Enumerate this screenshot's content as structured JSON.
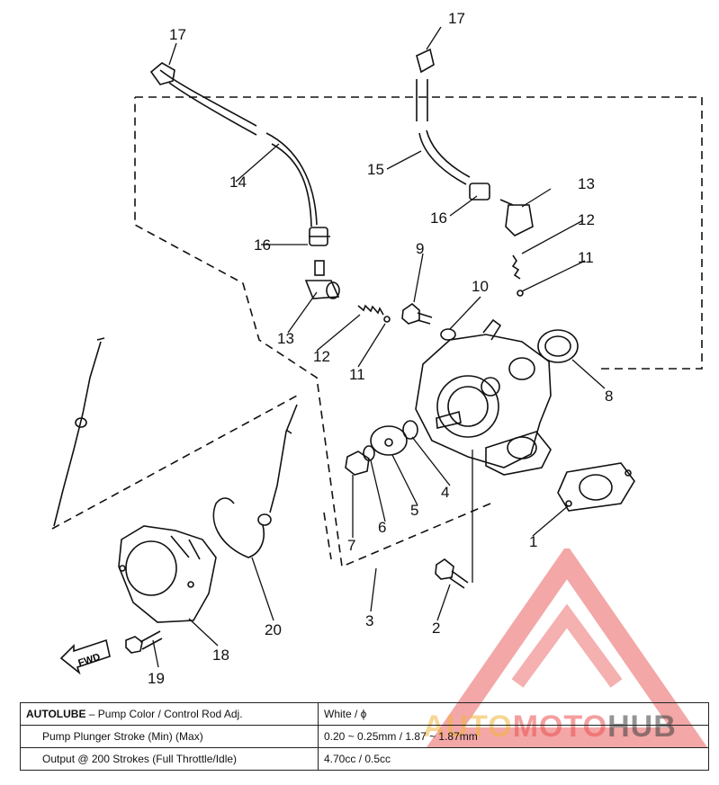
{
  "callouts": {
    "c1": "1",
    "c2": "2",
    "c3": "3",
    "c4": "4",
    "c5": "5",
    "c6": "6",
    "c7": "7",
    "c8": "8",
    "c9": "9",
    "c10": "10",
    "c11a": "11",
    "c11b": "11",
    "c12a": "12",
    "c12b": "12",
    "c13a": "13",
    "c13b": "13",
    "c14": "14",
    "c15": "15",
    "c16a": "16",
    "c16b": "16",
    "c17a": "17",
    "c17b": "17",
    "c18": "18",
    "c19": "19",
    "c20": "20"
  },
  "fwd_label": "FWD",
  "table": {
    "row1": {
      "label_bold": "AUTOLUBE",
      "label_rest": " – Pump Color / Control Rod Adj.",
      "value": "White / ϕ"
    },
    "row2": {
      "label": "Pump Plunger Stroke (Min) (Max)",
      "value": "0.20 ~ 0.25mm / 1.87 ~ 1.87mm"
    },
    "row3": {
      "label": "Output @ 200 Strokes (Full Throttle/Idle)",
      "value": "4.70cc / 0.5cc"
    }
  },
  "watermark": {
    "part1": "AUTO",
    "part2": "MOTO",
    "part3": "HUB"
  },
  "colors": {
    "watermark_red": "#e85050",
    "line": "#111111"
  }
}
